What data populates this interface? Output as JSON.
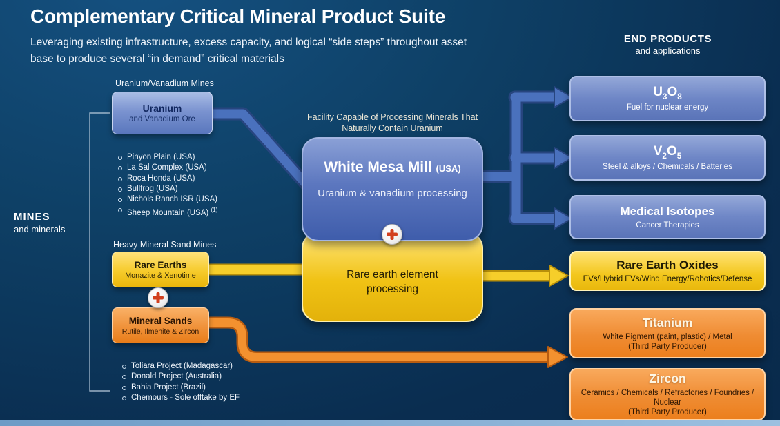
{
  "colors": {
    "background": "#0c3a60",
    "blue_arrow": "#4a71bd",
    "yellow_arrow": "#f6ce2a",
    "orange_arrow": "#f3912f"
  },
  "header": {
    "title": "Complementary Critical Mineral Product Suite",
    "subtitle_line1": "Leveraging existing infrastructure, excess capacity, and logical “side steps” throughout asset",
    "subtitle_line2": "base to produce several “in demand” critical materials"
  },
  "end_products_header": {
    "title": "END PRODUCTS",
    "subtitle": "and applications"
  },
  "mines_label": {
    "title": "MINES",
    "subtitle": "and minerals"
  },
  "uranium_section": {
    "header": "Uranium/Vanadium Mines",
    "box": {
      "title": "Uranium",
      "subtitle": "and Vanadium Ore"
    },
    "mines": [
      "Pinyon Plain (USA)",
      "La Sal Complex (USA)",
      "Roca Honda (USA)",
      "Bullfrog (USA)",
      "Nichols Ranch ISR (USA)",
      "Sheep Mountain (USA)"
    ],
    "mine_note": "(1)"
  },
  "mill": {
    "caption_line1": "Facility Capable of Processing Minerals That",
    "caption_line2": "Naturally Contain Uranium",
    "title": "White Mesa Mill",
    "title_suffix": "(USA)",
    "subtitle": "Uranium & vanadium processing",
    "ree": "Rare earth element processing"
  },
  "hms_section": {
    "header": "Heavy Mineral Sand Mines",
    "rare_earths_box": {
      "title": "Rare Earths",
      "subtitle": "Monazite & Xenotime"
    },
    "mineral_sands_box": {
      "title": "Mineral Sands",
      "subtitle": "Rutile, Ilmenite & Zircon"
    },
    "projects": [
      "Toliara Project (Madagascar)",
      "Donald Project (Australia)",
      "Bahia Project (Brazil)",
      "Chemours - Sole offtake by EF"
    ]
  },
  "end_products": [
    {
      "f": [
        "U",
        "3",
        "O",
        "8"
      ],
      "desc": "Fuel for nuclear energy"
    },
    {
      "f": [
        "V",
        "2",
        "O",
        "5"
      ],
      "desc": "Steel & alloys / Chemicals / Batteries"
    },
    {
      "title": "Medical Isotopes",
      "desc": "Cancer Therapies"
    },
    {
      "title": "Rare Earth Oxides",
      "desc": "EVs/Hybrid EVs/Wind Energy/Robotics/Defense"
    },
    {
      "title": "Titanium",
      "desc": "White Pigment (paint, plastic) / Metal",
      "desc2": "(Third Party Producer)"
    },
    {
      "title": "Zircon",
      "desc": "Ceramics / Chemicals / Refractories / Foundries / Nuclear",
      "desc2": "(Third Party Producer)"
    }
  ]
}
